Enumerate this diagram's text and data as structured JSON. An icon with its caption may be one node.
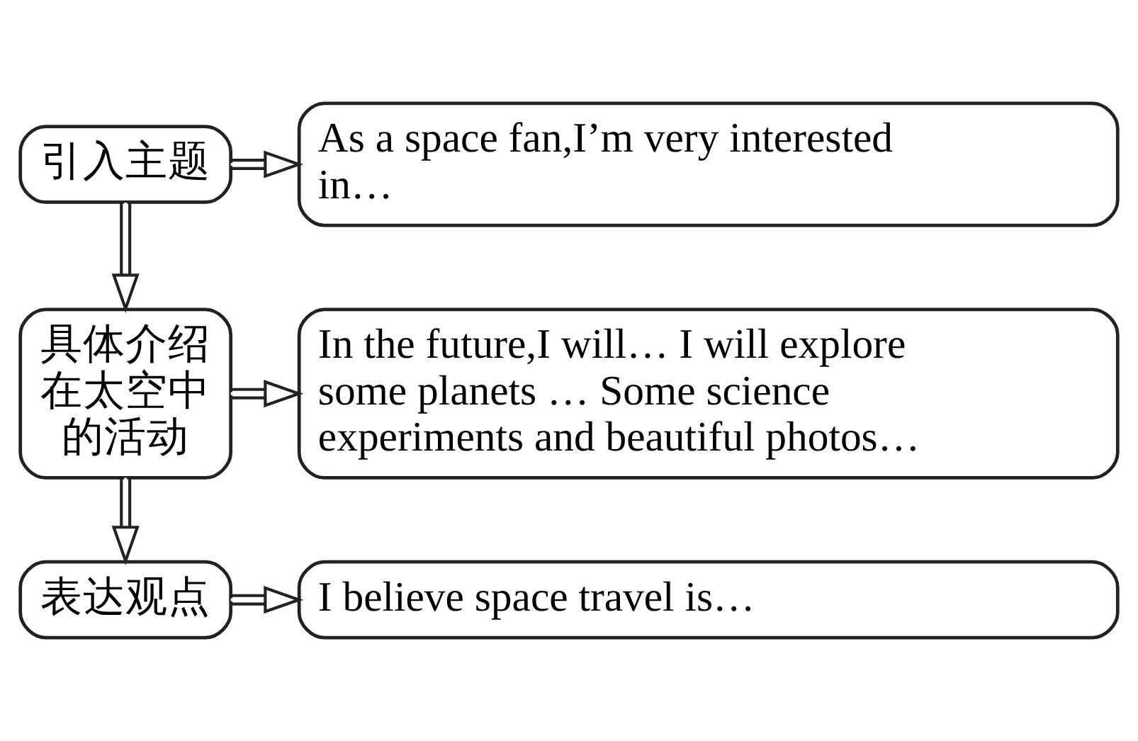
{
  "diagram": {
    "nodes": [
      {
        "text": [
          "引入主题"
        ]
      },
      {
        "text": [
          "As a space fan,I’m very interested in…"
        ]
      },
      {
        "text": [
          "具体介绍在太空中的活动"
        ]
      },
      {
        "text": [
          "In the future,I will… I will explore some planets … Some science experiments and beautiful photos…"
        ]
      },
      {
        "text": [
          "表达观点"
        ]
      },
      {
        "text": [
          "I believe space travel is…"
        ]
      }
    ],
    "edges": [
      {
        "from": 0,
        "to": 1,
        "arrow": "to"
      },
      {
        "from": 0,
        "to": 2,
        "arrow": "to"
      },
      {
        "from": 2,
        "to": 3,
        "arrow": "to"
      },
      {
        "from": 2,
        "to": 4,
        "arrow": "to"
      },
      {
        "from": 4,
        "to": 5,
        "arrow": "to"
      }
    ]
  }
}
